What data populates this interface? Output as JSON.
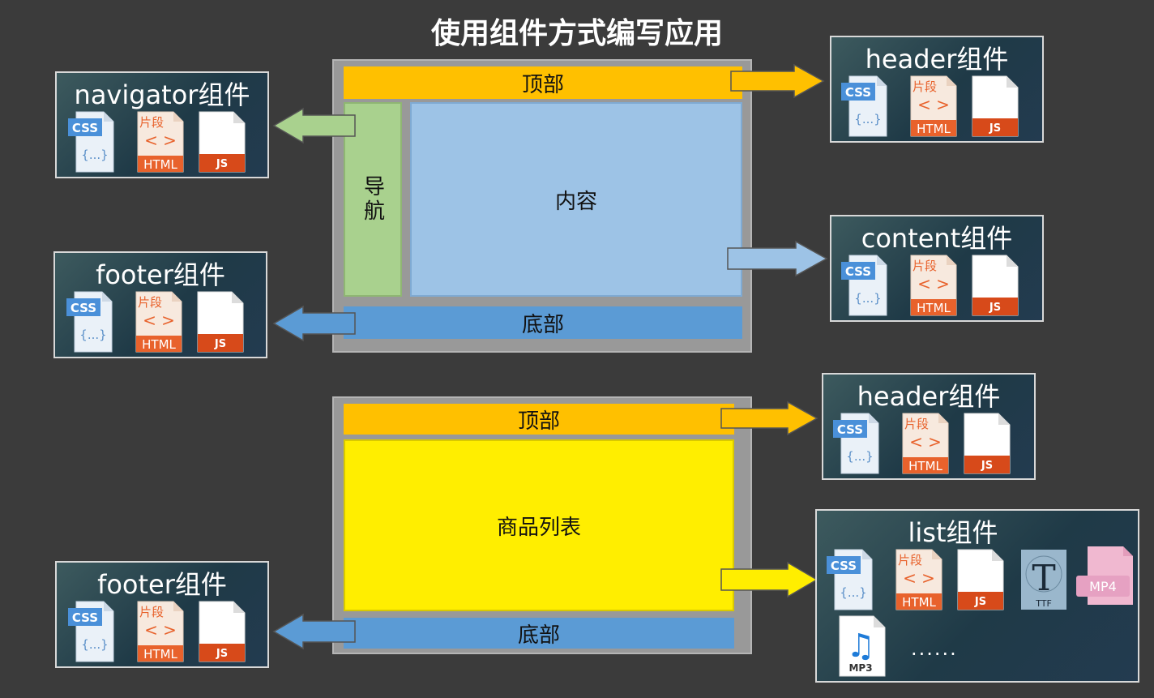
{
  "title": "使用组件方式编写应用",
  "top_layout": {
    "header": "顶部",
    "nav": "导航",
    "content": "内容",
    "footer": "底部"
  },
  "bottom_layout": {
    "header": "顶部",
    "list": "商品列表",
    "footer": "底部"
  },
  "cards": {
    "navigator": "navigator组件",
    "footer1": "footer组件",
    "header1": "header组件",
    "content": "content组件",
    "header2": "header组件",
    "list": "list组件",
    "footer2": "footer组件"
  },
  "icon_labels": {
    "css": "CSS",
    "css_body": "{...}",
    "html_top": "片段",
    "html_mark": "< >",
    "html": "HTML",
    "js": "JS",
    "ttf_glyph": "T",
    "ttf": "TTF",
    "mp4": "MP4",
    "mp3": "MP3"
  },
  "more": "......",
  "colors": {
    "header_block": "#ffc000",
    "nav_block": "#a9d18e",
    "content_block": "#9dc3e6",
    "footer_block": "#5b9bd5",
    "list_block": "#ffee00",
    "css_blue": "#4a90d9",
    "html_orange": "#e8622c",
    "js_red": "#d74a1a"
  }
}
